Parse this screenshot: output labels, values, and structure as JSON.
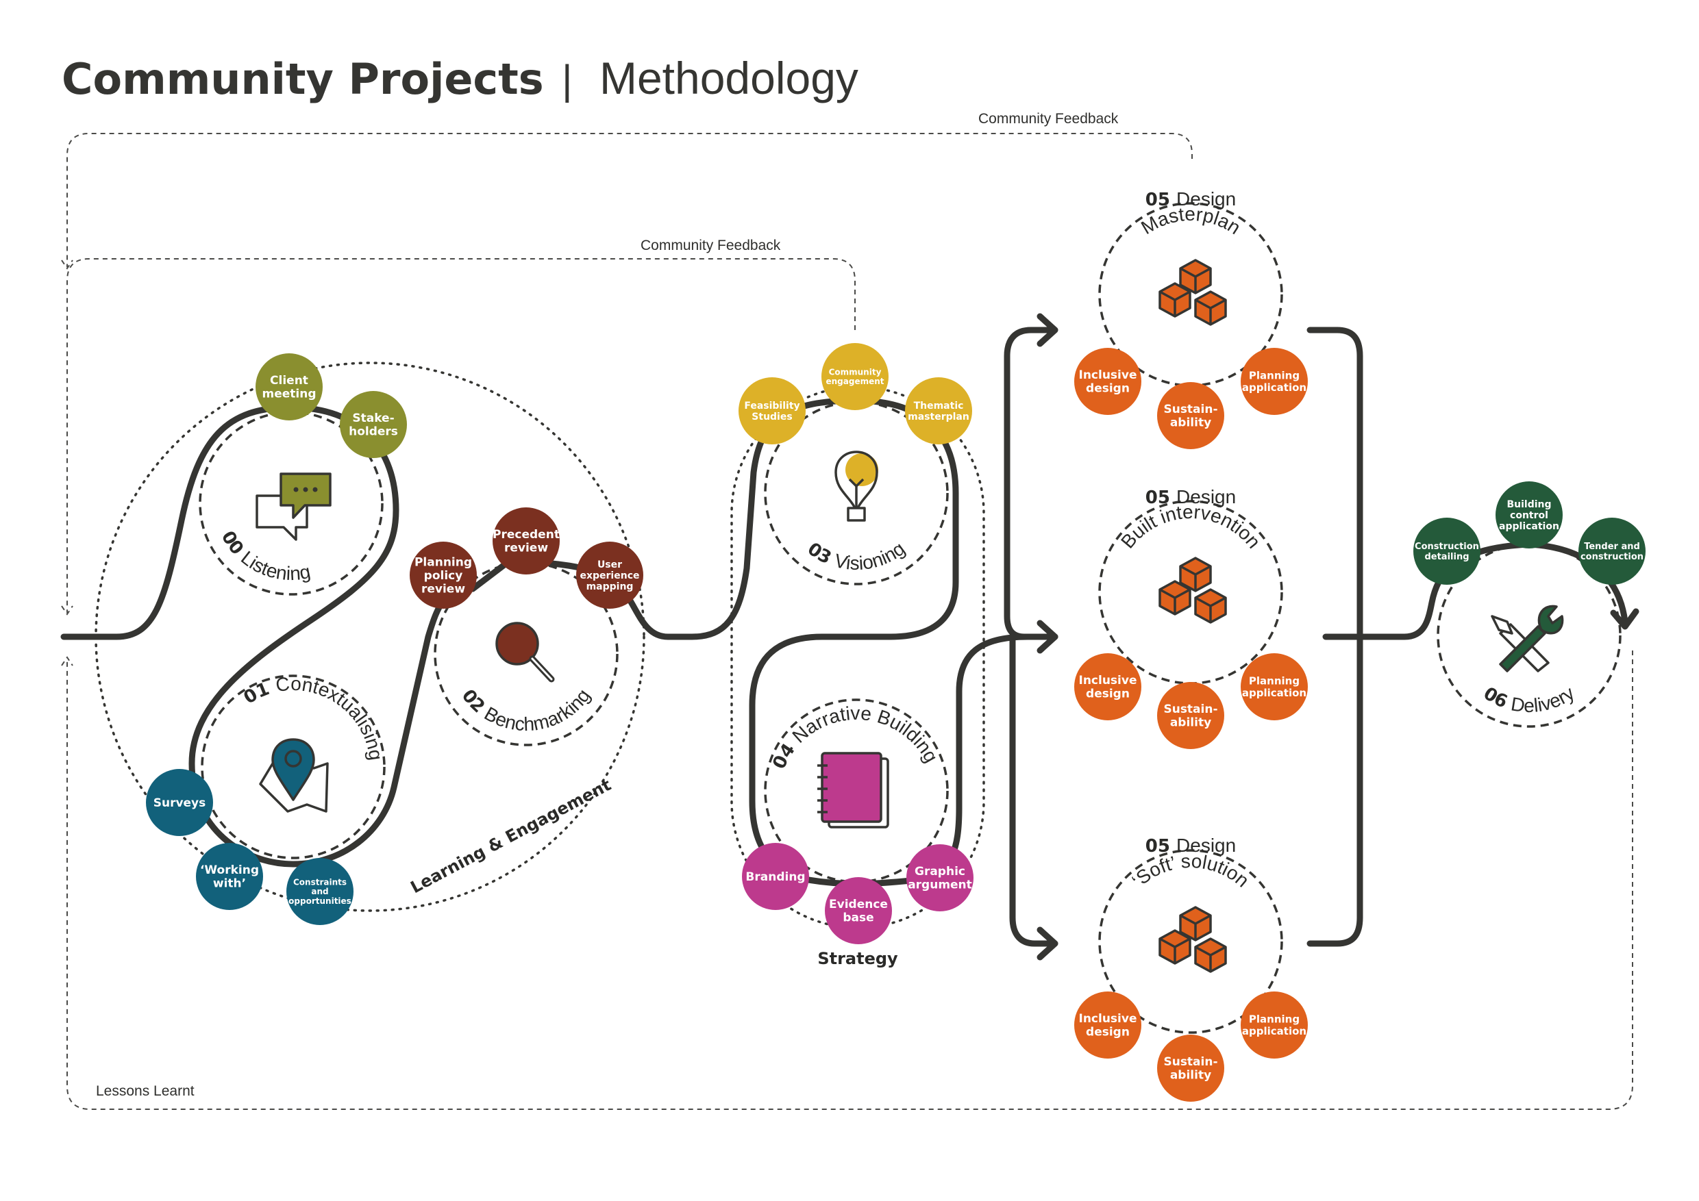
{
  "title": {
    "bold": "Community Projects",
    "separator": "|",
    "light": "Methodology"
  },
  "feedback": {
    "outer_label": "Community Feedback",
    "inner_label": "Community Feedback",
    "bottom_label": "Lessons Learnt"
  },
  "stages": {
    "s00": {
      "num": "00",
      "name": "Listening"
    },
    "s01": {
      "num": "01",
      "name": "Contextualising"
    },
    "s02": {
      "num": "02",
      "name": "Benchmarking"
    },
    "s03": {
      "num": "03",
      "name": "Visioning"
    },
    "s04": {
      "num": "04",
      "name": "Narrative Building"
    },
    "s05a": {
      "num": "05",
      "name": "Design",
      "sub": "Masterplan"
    },
    "s05b": {
      "num": "05",
      "name": "Design",
      "sub": "Built intervention"
    },
    "s05c": {
      "num": "05",
      "name": "Design",
      "sub": "‘Soft’ solution"
    },
    "s06": {
      "num": "06",
      "name": "Delivery"
    }
  },
  "groups": {
    "learning": "Learning & Engagement",
    "strategy": "Strategy"
  },
  "nodes": {
    "client_meeting": [
      "Client",
      "meeting"
    ],
    "stakeholders": [
      "Stake-",
      "holders"
    ],
    "surveys": [
      "Surveys"
    ],
    "working_with": [
      "‘Working",
      "with’"
    ],
    "constraints": [
      "Constraints",
      "and",
      "opportunities"
    ],
    "planning_policy": [
      "Planning",
      "policy",
      "review"
    ],
    "precedent_review": [
      "Precedent",
      "review"
    ],
    "user_experience": [
      "User",
      "experience",
      "mapping"
    ],
    "feasibility": [
      "Feasibility",
      "Studies"
    ],
    "community_engagement": [
      "Community",
      "engagement"
    ],
    "thematic_masterplan": [
      "Thematic",
      "masterplan"
    ],
    "branding": [
      "Branding"
    ],
    "evidence_base": [
      "Evidence",
      "base"
    ],
    "graphic_argument": [
      "Graphic",
      "argument"
    ],
    "inclusive_design": [
      "Inclusive",
      "design"
    ],
    "sustainability": [
      "Sustain-",
      "ability"
    ],
    "planning_application": [
      "Planning",
      "application"
    ],
    "construction_detailing": [
      "Construction",
      "detailing"
    ],
    "building_control": [
      "Building",
      "control",
      "application"
    ],
    "tender_construction": [
      "Tender and",
      "construction"
    ]
  },
  "colors": {
    "olive": "#8a8f2f",
    "teal": "#12617b",
    "maroon": "#7b3020",
    "mustard": "#ddb128",
    "magenta": "#bd3a8d",
    "orange": "#e0611c",
    "green": "#245a3a",
    "ink": "#353532"
  },
  "icons": {
    "s00": "chat-bubbles-icon",
    "s01": "map-pin-icon",
    "s02": "magnifier-icon",
    "s03": "lightbulb-icon",
    "s04": "notebook-icon",
    "s05": "cubes-icon",
    "s06": "tools-icon"
  }
}
